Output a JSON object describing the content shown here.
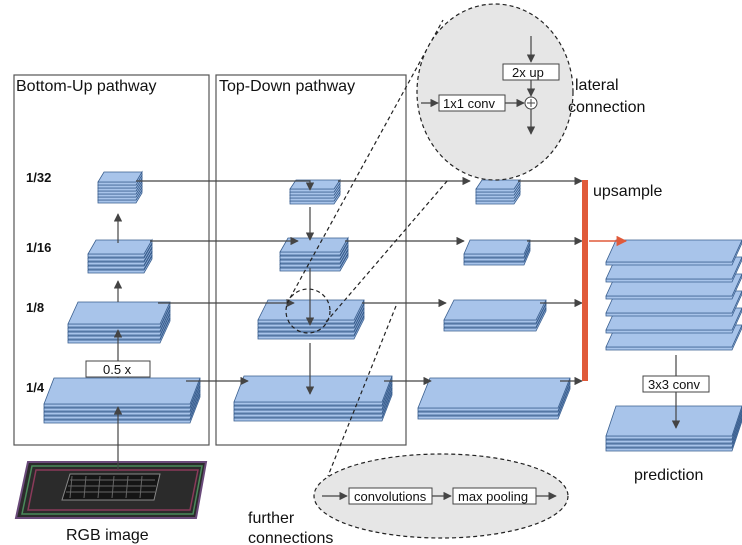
{
  "panels": {
    "bottom_up": "Bottom-Up pathway",
    "top_down": "Top-Down pathway"
  },
  "scales": [
    "1/32",
    "1/16",
    "1/8",
    "1/4"
  ],
  "boxes": {
    "half_x": "0.5 x",
    "two_x_up": "2x up",
    "one_by_one_conv": "1x1 conv",
    "three_by_three_conv": "3x3 conv",
    "convolutions": "convolutions",
    "max_pooling": "max pooling"
  },
  "labels": {
    "lateral_connection_1": "lateral",
    "lateral_connection_2": "connection",
    "upsample": "upsample",
    "prediction": "prediction",
    "further_connections_1": "further",
    "further_connections_2": "connections",
    "rgb_image": "RGB image"
  },
  "colors": {
    "layer_fill": "#a8c4ea",
    "layer_stroke": "#3a5f8f",
    "bubble_fill": "#e6e6e6",
    "upsample_bar": "#e05a3a",
    "panel_stroke": "#555555"
  }
}
